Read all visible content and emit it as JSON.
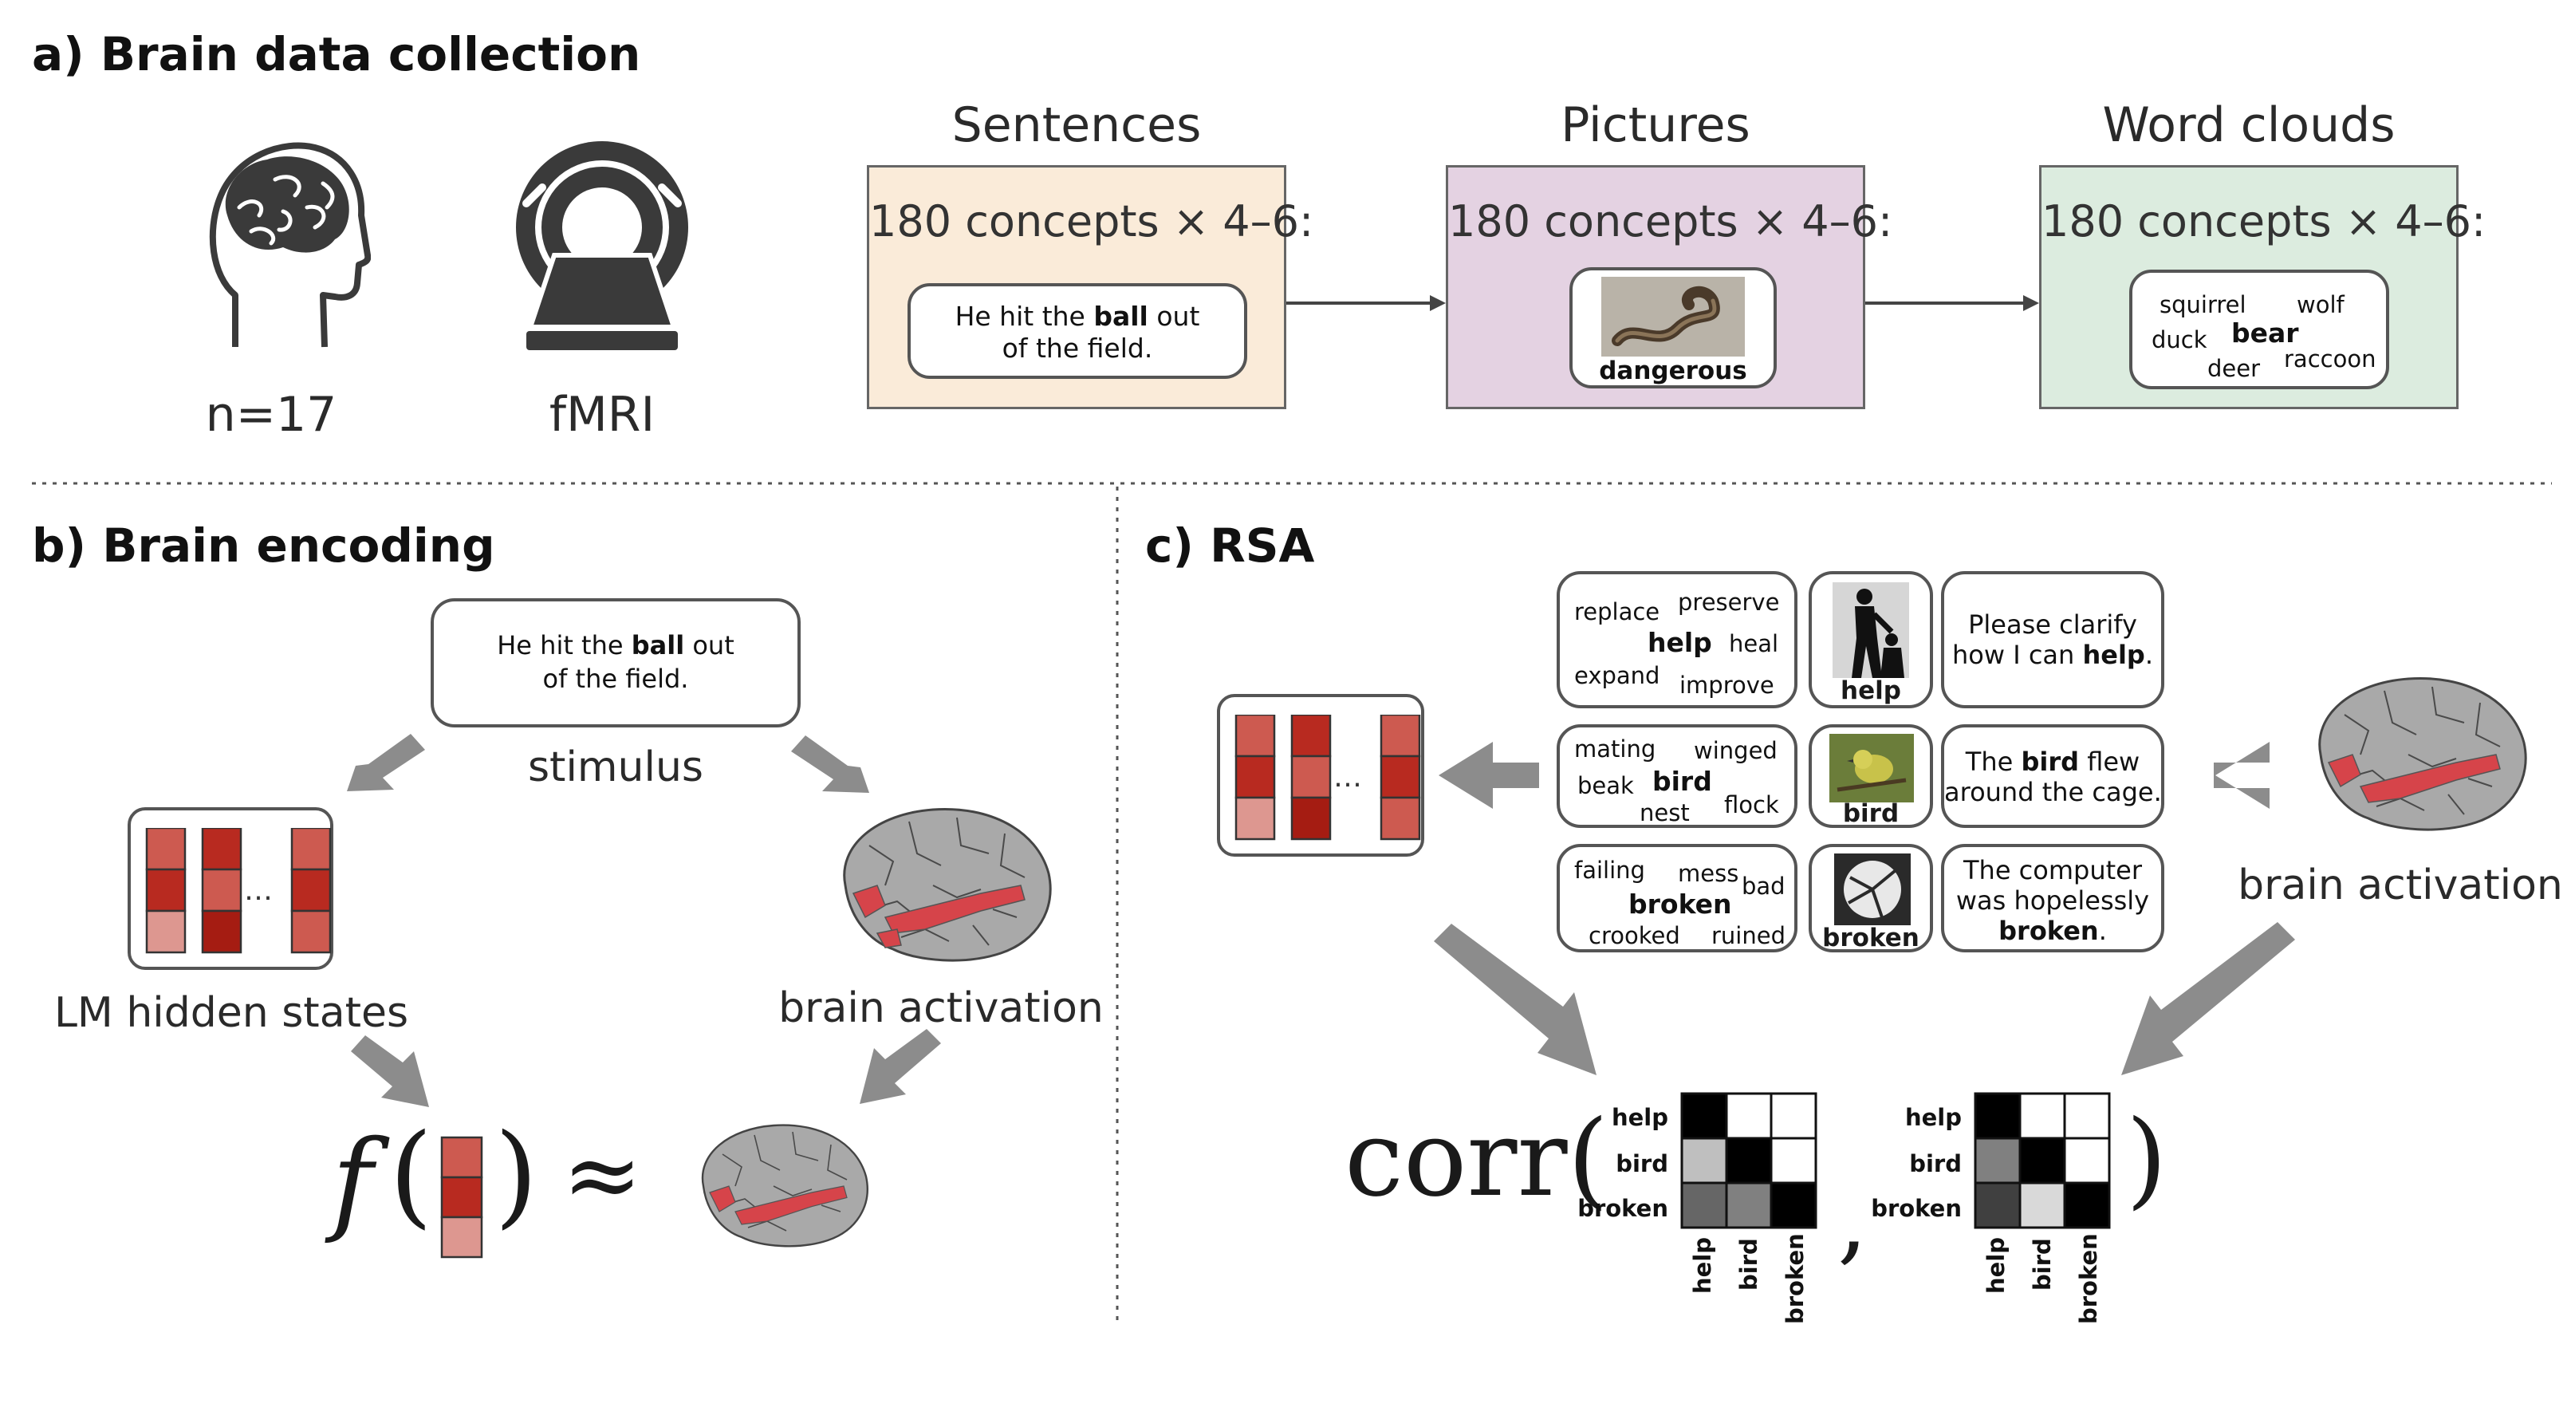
{
  "section_a": {
    "title": "a) Brain data collection",
    "participants_label": "n=17",
    "scanner_label": "fMRI",
    "paradigms": [
      {
        "title": "Sentences",
        "caption": "180 concepts × 4–6:",
        "bg": "#faebd9",
        "example_line1_pre": "He hit the ",
        "example_line1_bold": "ball",
        "example_line1_post": " out",
        "example_line2": "of the field."
      },
      {
        "title": "Pictures",
        "caption": "180 concepts × 4–6:",
        "bg": "#e4d2e2",
        "example_word": "dangerous"
      },
      {
        "title": "Word clouds",
        "caption": "180 concepts × 4–6:",
        "bg": "#dcecdf",
        "words": [
          "squirrel",
          "wolf",
          "duck",
          "bear",
          "deer",
          "raccoon"
        ]
      }
    ]
  },
  "section_b": {
    "title": "b) Brain encoding",
    "stimulus_line1_pre": "He hit the ",
    "stimulus_line1_bold": "ball",
    "stimulus_line1_post": " out",
    "stimulus_line2": "of the field.",
    "stimulus_label": "stimulus",
    "lm_label": "LM hidden states",
    "brain_label": "brain activation",
    "ellipsis": "…",
    "formula_f": "f",
    "formula_open": "(",
    "formula_close": ")",
    "formula_approx": "≈"
  },
  "section_c": {
    "title": "c) RSA",
    "brain_label": "brain activation",
    "ellipsis": "…",
    "clouds": [
      {
        "words": [
          "replace",
          "preserve",
          "help",
          "heal",
          "expand",
          "improve"
        ]
      },
      {
        "words": [
          "mating",
          "winged",
          "beak",
          "bird",
          "nest",
          "flock"
        ]
      },
      {
        "words": [
          "failing",
          "mess",
          "bad",
          "broken",
          "crooked",
          "ruined"
        ]
      }
    ],
    "pictures": [
      "help",
      "bird",
      "broken"
    ],
    "sentences": [
      {
        "l1": "Please clarify",
        "l2_pre": "how I can ",
        "l2_bold": "help",
        "l2_post": "."
      },
      {
        "l1_pre": "The ",
        "l1_bold": "bird",
        "l1_post": " flew",
        "l2": "around the cage."
      },
      {
        "l1": "The computer",
        "l2": "was hopelessly",
        "l3_bold": "broken",
        "l3_post": "."
      }
    ],
    "corr_label": "corr(",
    "corr_comma": ",",
    "corr_close": ")",
    "matrix_labels": [
      "help",
      "bird",
      "broken"
    ],
    "matrix_left": [
      [
        1.0,
        0.0,
        0.0
      ],
      [
        0.25,
        1.0,
        0.0
      ],
      [
        0.6,
        0.5,
        1.0
      ]
    ],
    "matrix_right": [
      [
        1.0,
        0.0,
        0.0
      ],
      [
        0.5,
        1.0,
        0.0
      ],
      [
        0.75,
        0.15,
        1.0
      ]
    ]
  },
  "colors": {
    "lm_light": "#dd9790",
    "lm_mid": "#cd5a50",
    "lm_dark": "#b82a20",
    "brain_grey": "#a9a9a9",
    "brain_red": "#d6444a",
    "arrow_grey": "#8c8c8c"
  }
}
